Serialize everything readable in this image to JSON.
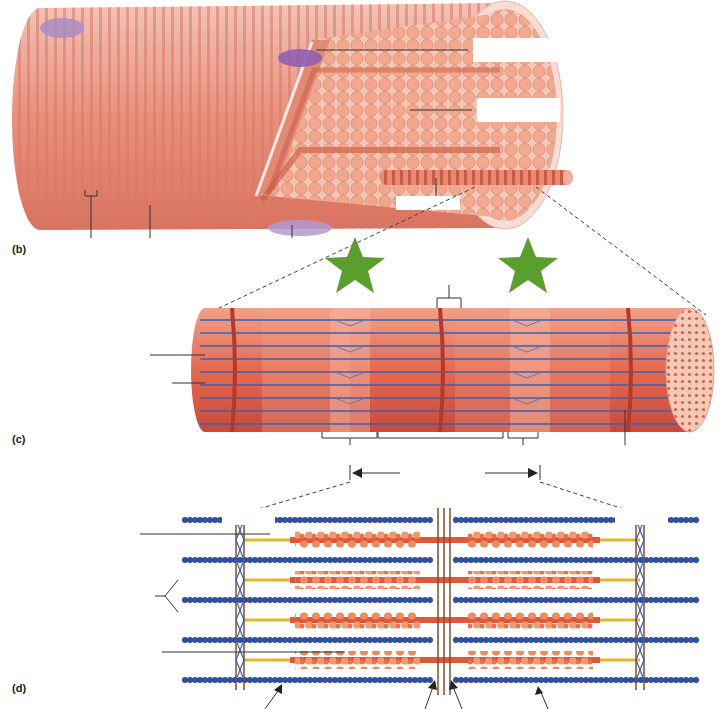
{
  "diagram": {
    "labels": [
      "(b)",
      "(c)",
      "(d)"
    ]
  }
}
